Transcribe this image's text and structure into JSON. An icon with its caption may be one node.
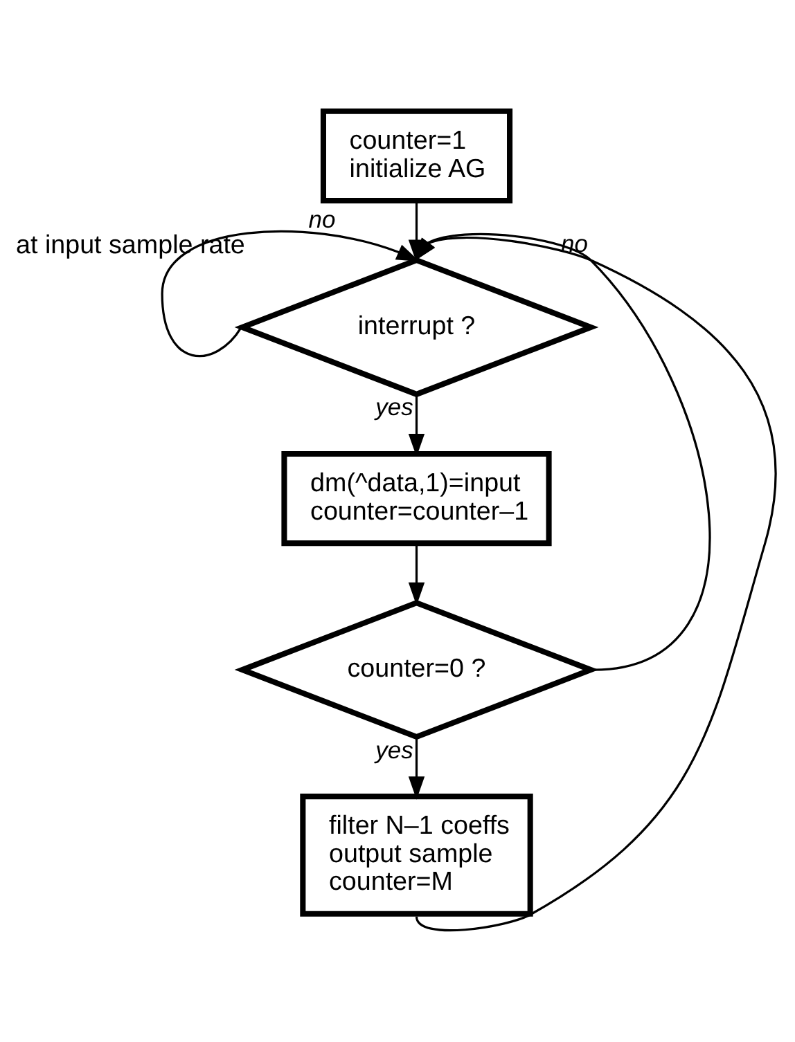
{
  "diagram": {
    "nodes": [
      {
        "text": [
          "counter=1 initialize AG"
        ]
      },
      {
        "text": [
          "interrupt ?"
        ],
        "beside": [
          "at input sample rate"
        ]
      },
      {
        "text": [
          "dm(^data,1)=input counter=counter–1"
        ]
      },
      {
        "text": [
          "counter=0 ?"
        ]
      },
      {
        "text": [
          "filter N–1 coeffs output sample counter=M"
        ]
      }
    ],
    "edges": [
      {
        "from": 0,
        "to": 1,
        "arrow": "to"
      },
      {
        "from": 1,
        "to": 1,
        "arrow": "to",
        "label": "no"
      },
      {
        "from": 1,
        "to": 2,
        "arrow": "to",
        "label": "yes"
      },
      {
        "from": 2,
        "to": 3,
        "arrow": "to"
      },
      {
        "from": 3,
        "to": 4,
        "arrow": "to",
        "label": "yes"
      },
      {
        "from": 3,
        "to": 1,
        "arrow": "to",
        "label": "no"
      },
      {
        "from": 4,
        "to": 1,
        "arrow": "to"
      }
    ]
  }
}
